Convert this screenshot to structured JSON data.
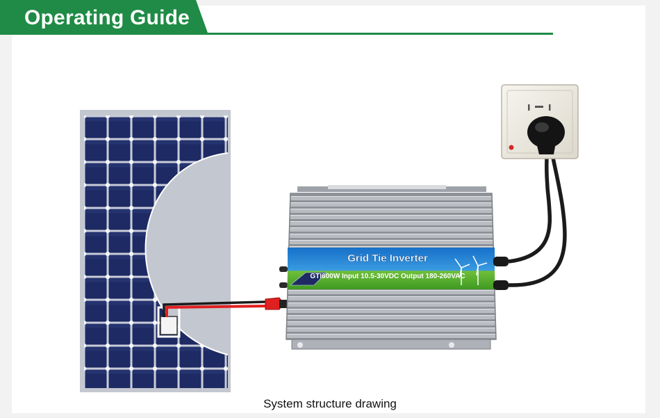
{
  "header": {
    "title": "Operating Guide"
  },
  "diagram": {
    "inverter_title": "Grid Tie Inverter",
    "inverter_spec": "GTI600W  Input 10.5-30VDC Output 180-260VAC",
    "caption": "System structure drawing"
  },
  "colors": {
    "accent_green": "#1f8b46",
    "panel_blue": "#1d2a63",
    "cable_red": "#e02020"
  },
  "icons": [
    "solar-panel-icon",
    "inverter-icon",
    "wall-socket-icon",
    "plug-icon",
    "wind-turbine-icon"
  ]
}
